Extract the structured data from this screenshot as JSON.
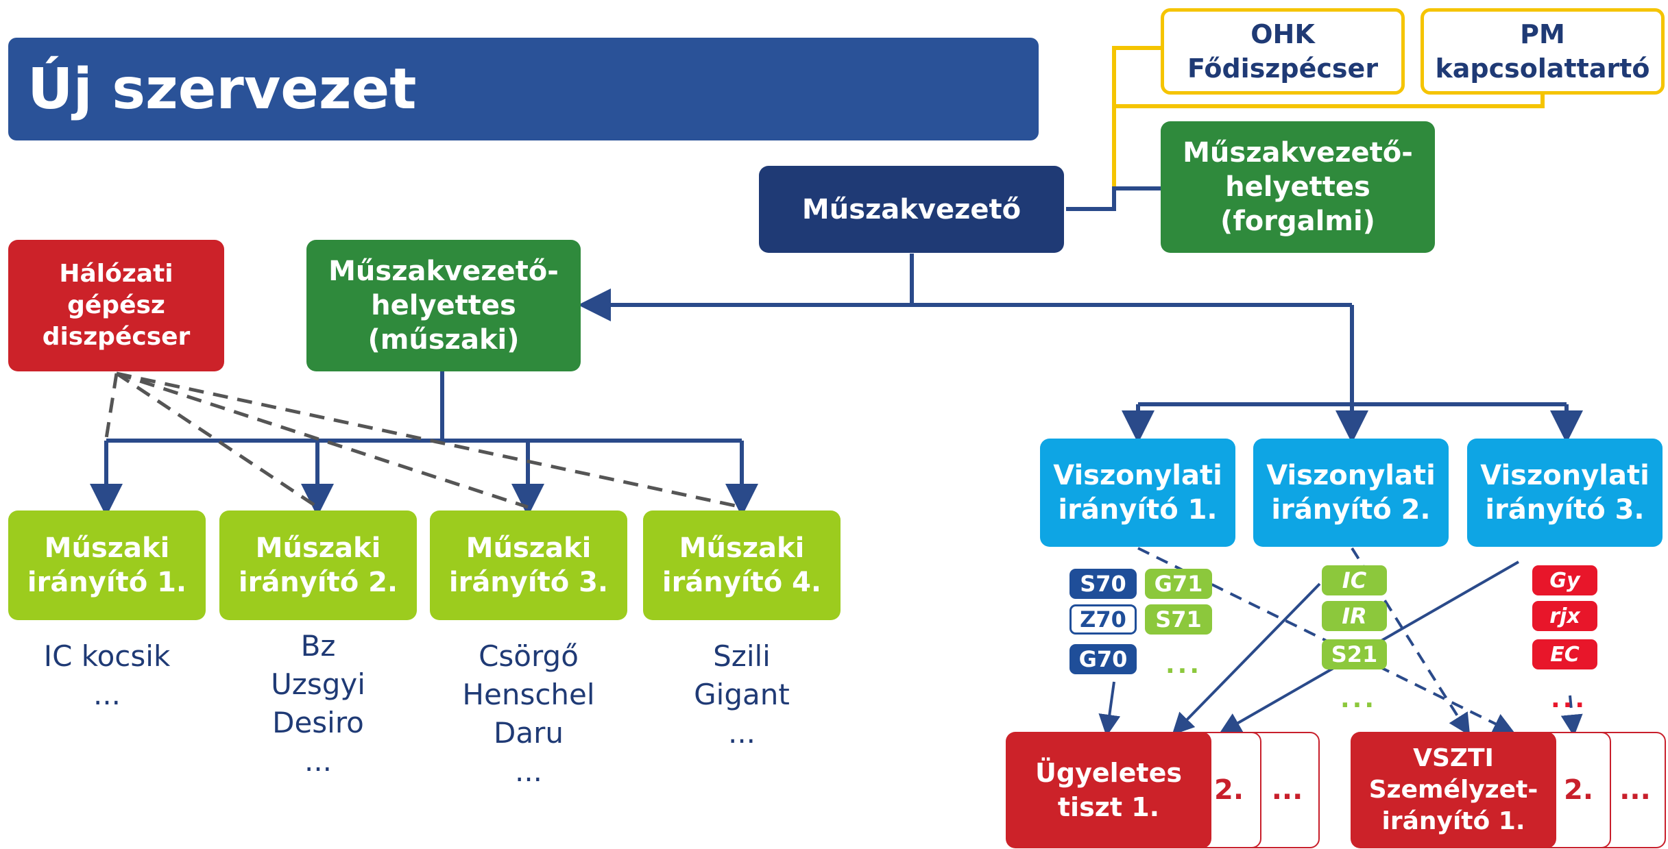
{
  "title": "Új szervezet",
  "nodes": {
    "ohk": [
      "OHK",
      "Fődiszpécser"
    ],
    "pm": [
      "PM",
      "kapcsolattartó"
    ],
    "muszakvezeto": [
      "Műszakvezető"
    ],
    "helyettes_forgalmi": [
      "Műszakvezető-",
      "helyettes",
      "(forgalmi)"
    ],
    "halozati": [
      "Hálózati",
      "gépész",
      "diszpécser"
    ],
    "helyettes_muszaki": [
      "Műszakvezető-",
      "helyettes",
      "(műszaki)"
    ],
    "muszaki_iranyito": [
      [
        "Műszaki",
        "irányító 1."
      ],
      [
        "Műszaki",
        "irányító 2."
      ],
      [
        "Műszaki",
        "irányító 3."
      ],
      [
        "Műszaki",
        "irányító 4."
      ]
    ],
    "viszonylati": [
      [
        "Viszonylati",
        "irányító 1."
      ],
      [
        "Viszonylati",
        "irányító 2."
      ],
      [
        "Viszonylati",
        "irányító 3."
      ]
    ],
    "ugyeletes": [
      "Ügyeletes",
      "tiszt 1."
    ],
    "vszti": [
      "VSZTI",
      "Személyzet-",
      "irányító 1."
    ],
    "stack_labels": [
      "2.",
      "..."
    ]
  },
  "vehicle_lists": [
    [
      "IC kocsik",
      "..."
    ],
    [
      "Bz",
      "Uzsgyi",
      "Desiro",
      "..."
    ],
    [
      "Csörgő",
      "Henschel",
      "Daru",
      "..."
    ],
    [
      "Szili",
      "Gigant",
      "..."
    ]
  ],
  "train_tags": {
    "group1": [
      "S70",
      "G71",
      "Z70",
      "S71",
      "G70"
    ],
    "group2": [
      "IC",
      "IR",
      "S21"
    ],
    "group3": [
      "Gy",
      "rjx",
      "EC"
    ],
    "ellipsis": "..."
  },
  "colors": {
    "title": "#2a5298",
    "navy": "#1f3a75",
    "green": "#2f8a3c",
    "red": "#cc2229",
    "lime": "#9ccc1e",
    "sky": "#0ea5e4",
    "yellow": "#f5c400",
    "connector": "#2a4a8a",
    "dashed": "#555555"
  }
}
